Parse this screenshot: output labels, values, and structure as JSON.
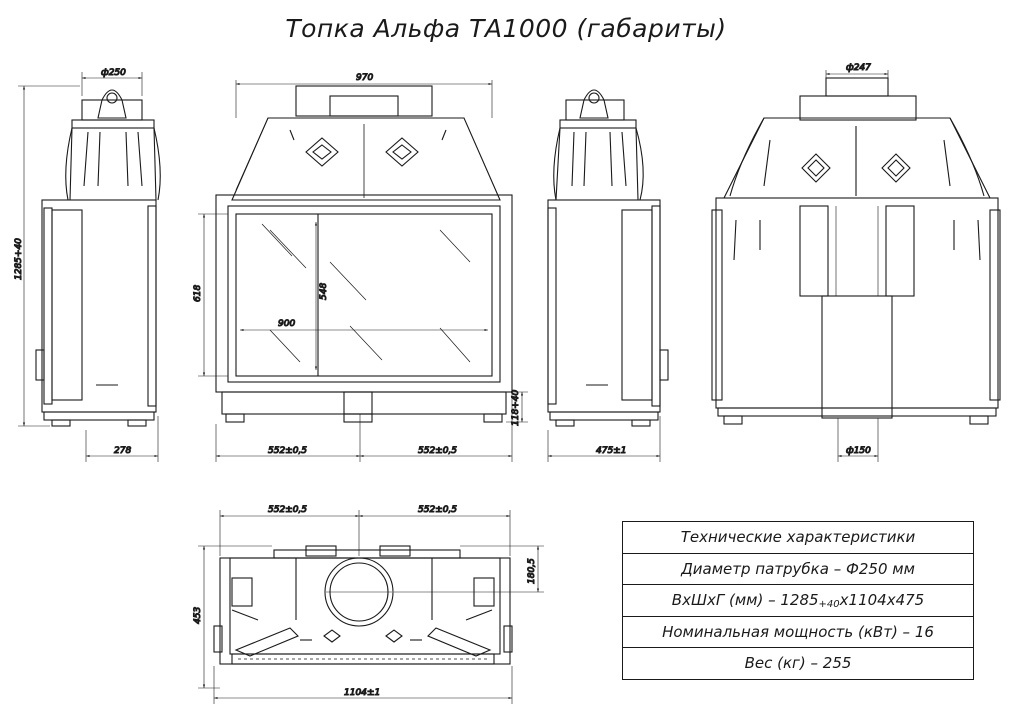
{
  "title": "Топка Альфа ТА1000 (габариты)",
  "dimensions": {
    "side_pipe": "ф250",
    "side_height": "1285+40",
    "side_depth": "278",
    "front_width": "970",
    "glass_height": "618",
    "glass_inner_height": "548",
    "glass_width": "900",
    "half_left": "552±0,5",
    "half_right": "552±0,5",
    "leg_height": "118+40",
    "side2_depth": "475±1",
    "back_pipe_top": "ф247",
    "back_pipe_bottom": "ф150",
    "top_half_left": "552±0,5",
    "top_half_right": "552±0,5",
    "top_depth": "453",
    "top_pipe_offset": "180,5",
    "top_width": "1104±1"
  },
  "specs": {
    "header": "Технические характеристики",
    "pipe": "Диаметр патрубка – Ф250 мм",
    "size_prefix": "ВхШхГ (мм) – 1285",
    "size_sub": "+40",
    "size_suffix": "х1104х475",
    "power": "Номинальная мощность (кВт) – 16",
    "weight": "Вес (кг) – 255"
  }
}
